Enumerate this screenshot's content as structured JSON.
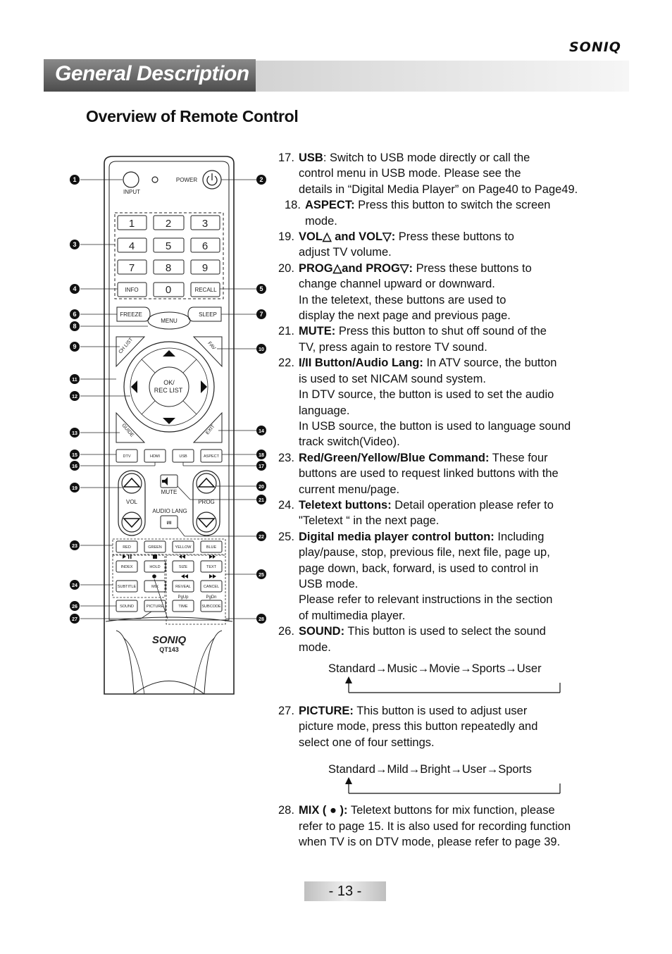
{
  "header": {
    "brand": "SONIQ",
    "section_title": "General Description",
    "subtitle": "Overview of Remote Control"
  },
  "remote": {
    "labels": {
      "input": "INPUT",
      "power": "POWER",
      "info": "INFO",
      "zero": "0",
      "recall": "RECALL",
      "freeze": "FREEZE",
      "menu": "MENU",
      "sleep": "SLEEP",
      "ch_list": "CH LIST",
      "fav": "FAV",
      "ok_line1": "OK/",
      "ok_line2": "REC LIST",
      "guide": "GUIDE",
      "exit": "EXIT",
      "dtv": "DTV",
      "hdmi": "HDMI",
      "usb": "USB",
      "aspect": "ASPECT",
      "mute": "MUTE",
      "vol": "VOL",
      "prog": "PROG",
      "audio_lang": "AUDIO LANG",
      "audio_btn": "I/II",
      "red": "RED",
      "green": "GREEN",
      "yellow": "YELLOW",
      "blue": "BLUE",
      "index": "INDEX",
      "hold": "HOLD",
      "size": "SIZE",
      "text": "TEXT",
      "subtitle": "SUBTITLE",
      "mix": "MIX",
      "reveal": "REVEAL",
      "cancel": "CANCEL",
      "pgup": "PgUp",
      "pgdn": "PgDn",
      "sound": "SOUND",
      "picture": "PICTURE",
      "time": "TIME",
      "subcode": "SUBCODE",
      "brand": "SONIQ",
      "model": "QT143"
    },
    "digits": [
      "1",
      "2",
      "3",
      "4",
      "5",
      "6",
      "7",
      "8",
      "9"
    ],
    "callouts": [
      "1",
      "2",
      "3",
      "4",
      "5",
      "6",
      "7",
      "8",
      "9",
      "10",
      "11",
      "12",
      "13",
      "14",
      "15",
      "16",
      "17",
      "18",
      "19",
      "20",
      "21",
      "22",
      "23",
      "24",
      "25",
      "26",
      "27",
      "28"
    ]
  },
  "items": [
    {
      "num": "17.",
      "term": "USB",
      "lines": [
        ": Switch to USB mode directly or call the",
        "control menu in USB mode. Please see the",
        "details in “Digital Media Player” on Page40 to Page49."
      ]
    },
    {
      "num": "18.",
      "term": "ASPECT:",
      "lines": [
        " Press this button to switch the screen",
        "mode."
      ]
    },
    {
      "num": "19.",
      "term": "VOL△ and VOL▽:",
      "lines": [
        " Press these buttons to",
        "adjust TV volume."
      ]
    },
    {
      "num": "20.",
      "term": "PROG△and PROG▽:",
      "lines": [
        " Press these buttons to",
        "change channel upward or downward.",
        "In the teletext, these buttons are used to",
        "display the next page and previous page."
      ]
    },
    {
      "num": "21.",
      "term": "MUTE:",
      "lines": [
        " Press this button to shut off sound of the",
        "TV, press again to restore TV sound."
      ]
    },
    {
      "num": "22.",
      "term": "I/II Button/Audio Lang:",
      "lines": [
        " In ATV source, the button",
        "is used to set NICAM sound system.",
        "In DTV source, the button is used to set the audio",
        "language.",
        "In USB source, the button is used to language sound",
        "track switch(Video)."
      ]
    },
    {
      "num": "23.",
      "term": "Red/Green/Yellow/Blue Command:",
      "lines": [
        " These four",
        "buttons are used to request linked buttons with the",
        "current menu/page."
      ]
    },
    {
      "num": "24.",
      "term": "Teletext buttons:",
      "lines": [
        " Detail operation please refer to",
        "\"Teletext “ in the next page."
      ]
    },
    {
      "num": "25.",
      "term": "Digital media player control button:",
      "lines": [
        " Including",
        "play/pause, stop, previous file, next file, page up,",
        "page down, back, forward, is used to control in",
        "USB mode.",
        "Please refer to relevant  instructions in the section",
        "of multimedia player."
      ]
    },
    {
      "num": "26.",
      "term": "SOUND:",
      "lines": [
        " This button is used to select the sound",
        "mode."
      ]
    },
    {
      "num": "27.",
      "term": "PICTURE:",
      "lines": [
        " This button is used to adjust user",
        "picture mode, press this button repeatedly and",
        "select one of four settings."
      ]
    },
    {
      "num": "28.",
      "term": "MIX ( ● ):",
      "lines": [
        " Teletext buttons for mix function, please",
        "refer to page 15. It is also used for recording function",
        "when TV is on DTV mode, please refer to page 39."
      ]
    }
  ],
  "sound_modes": [
    "Standard",
    "Music",
    "Movie",
    "Sports",
    "User"
  ],
  "picture_modes": [
    "Standard",
    "Mild",
    "Bright",
    "User",
    "Sports"
  ],
  "page_number": "- 13 -"
}
